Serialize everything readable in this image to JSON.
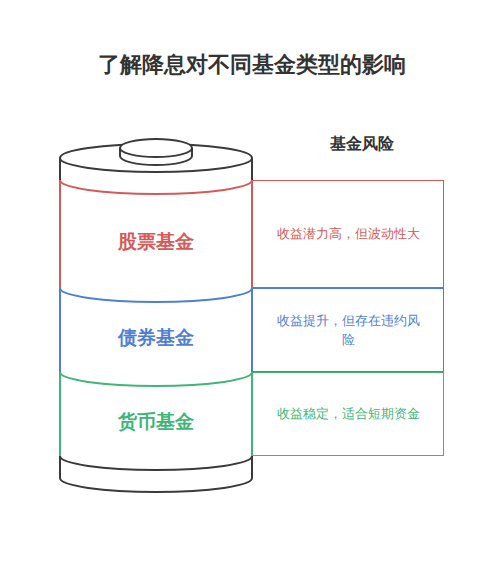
{
  "diagram": {
    "title": "了解降息对不同基金类型的影响",
    "nodes": [
      {
        "text": [
          "股票基金"
        ]
      },
      {
        "text": [
          "收益潜力高，但波动性大"
        ]
      },
      {
        "text": [
          "债券基金"
        ]
      },
      {
        "text": [
          "收益提升，但存在违约风险"
        ]
      },
      {
        "text": [
          "货币基金"
        ]
      },
      {
        "text": [
          "收益稳定，适合短期资金"
        ]
      }
    ],
    "labels": [
      "基金风险"
    ]
  }
}
